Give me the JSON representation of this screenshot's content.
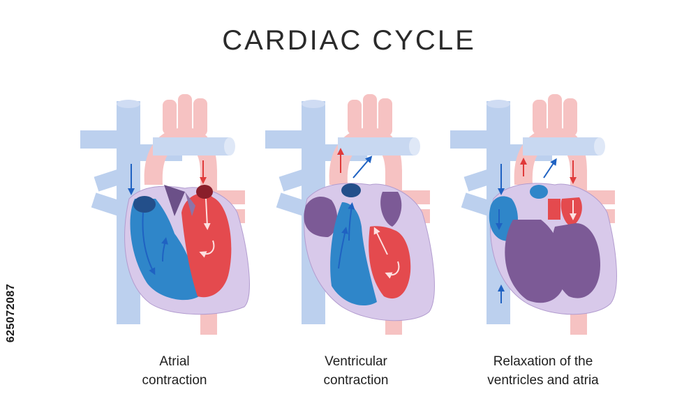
{
  "title": "CARDIAC CYCLE",
  "stock_id": "625072087",
  "panels": [
    {
      "caption_line1": "Atrial",
      "caption_line2": "contraction"
    },
    {
      "caption_line1": "Ventricular",
      "caption_line2": "contraction"
    },
    {
      "caption_line1": "Relaxation of the",
      "caption_line2": "ventricles and atria"
    }
  ],
  "colors": {
    "vein": "#bcd0ee",
    "artery": "#f6c2c2",
    "heart_wall": "#d8c9ea",
    "oxygen_poor": "#2f86c9",
    "oxygen_rich": "#e44a4e",
    "relaxed_chamber": "#7c5a96",
    "arrow_blue": "#1f62c2",
    "arrow_red": "#e03a3a"
  }
}
